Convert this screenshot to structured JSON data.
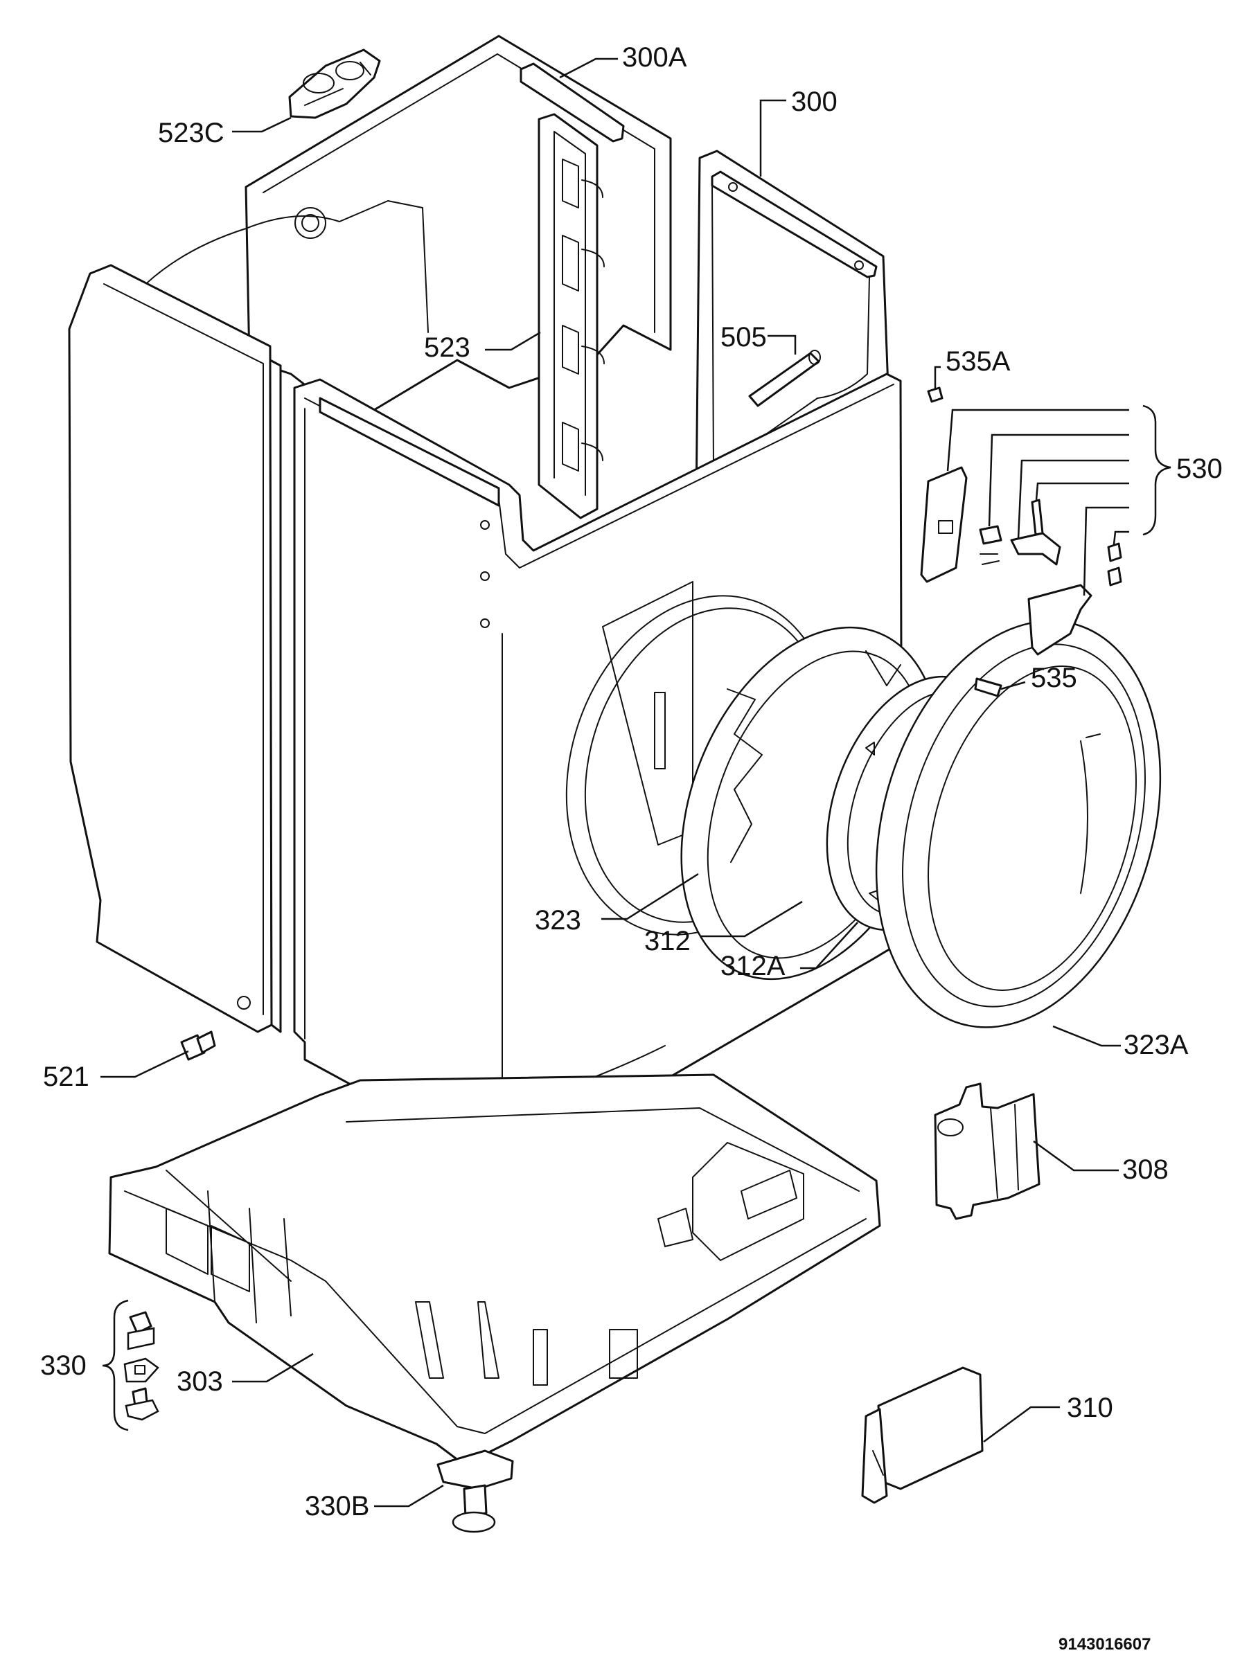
{
  "labels": {
    "l300a": "300A",
    "l300": "300",
    "l523c": "523C",
    "l523": "523",
    "l505": "505",
    "l535a": "535A",
    "l530": "530",
    "l535": "535",
    "l323": "323",
    "l312": "312",
    "l312a": "312A",
    "l323a": "323A",
    "l521": "521",
    "l308": "308",
    "l330": "330",
    "l303": "303",
    "l330b": "330B",
    "l310": "310"
  },
  "document_number": "9143016607"
}
